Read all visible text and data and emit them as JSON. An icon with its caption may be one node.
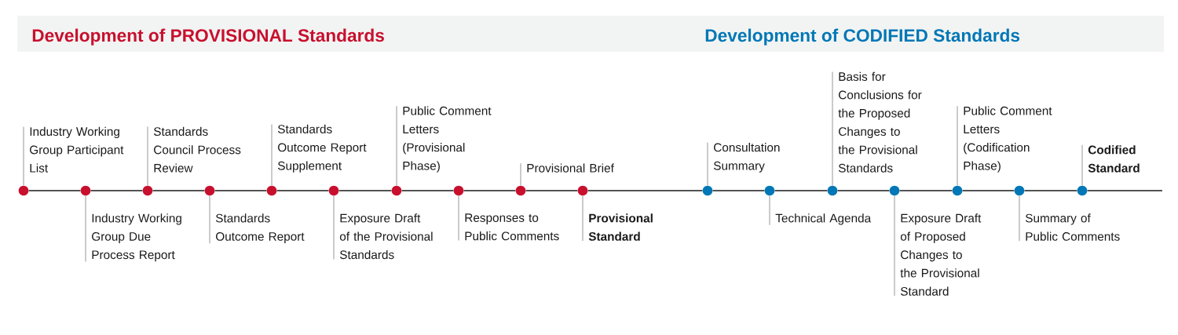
{
  "diagram": {
    "nodes": [
      {
        "text": [
          "Industry Working Group Participant List"
        ]
      },
      {
        "text": [
          "Industry Working Group Due Process Report"
        ]
      },
      {
        "text": [
          "Standards Council Process Review"
        ]
      },
      {
        "text": [
          "Standards Outcome Report"
        ]
      },
      {
        "text": [
          "Standards Outcome Report Supplement"
        ]
      },
      {
        "text": [
          "Exposure Draft of the Provisional Standards"
        ]
      },
      {
        "text": [
          "Public Comment Letters (Provisional Phase)"
        ]
      },
      {
        "text": [
          "Responses to Public Comments"
        ]
      },
      {
        "text": [
          "Provisional Brief"
        ]
      },
      {
        "text": [
          "Provisional Standard"
        ]
      },
      {
        "text": [
          "Consultation Summary"
        ]
      },
      {
        "text": [
          "Technical Agenda"
        ]
      },
      {
        "text": [
          "Basis for Conclusions for the Proposed Changes to the Provisional Standards"
        ]
      },
      {
        "text": [
          "Exposure Draft of Proposed Changes to the Provisional Standard"
        ]
      },
      {
        "text": [
          "Public Comment Letters (Codification Phase)"
        ]
      },
      {
        "text": [
          "Summary of Public Comments"
        ]
      },
      {
        "text": [
          "Codified Standard"
        ]
      },
      {
        "text": [],
        "shape": "circle"
      },
      {
        "text": [],
        "shape": "circle"
      },
      {
        "text": [],
        "shape": "circle"
      },
      {
        "text": [],
        "shape": "circle"
      },
      {
        "text": [],
        "shape": "circle"
      },
      {
        "text": [],
        "shape": "circle"
      },
      {
        "text": [],
        "shape": "circle"
      },
      {
        "text": [],
        "shape": "circle"
      },
      {
        "text": [],
        "shape": "circle"
      },
      {
        "text": [],
        "shape": "circle"
      },
      {
        "text": [],
        "shape": "circle"
      },
      {
        "text": [],
        "shape": "circle"
      },
      {
        "text": [],
        "shape": "circle"
      },
      {
        "text": [],
        "shape": "circle"
      },
      {
        "text": [],
        "shape": "circle"
      },
      {
        "text": [],
        "shape": "circle"
      },
      {
        "text": [],
        "shape": "circle"
      }
    ],
    "edges": [
      {
        "from": 0,
        "to": 17,
        "arrow": "none"
      },
      {
        "from": 1,
        "to": 18,
        "arrow": "none"
      },
      {
        "from": 2,
        "to": 19,
        "arrow": "none"
      },
      {
        "from": 3,
        "to": 20,
        "arrow": "none"
      },
      {
        "from": 4,
        "to": 21,
        "arrow": "none"
      },
      {
        "from": 5,
        "to": 22,
        "arrow": "none"
      },
      {
        "from": 6,
        "to": 23,
        "arrow": "none"
      },
      {
        "from": 7,
        "to": 24,
        "arrow": "none"
      },
      {
        "from": 8,
        "to": 25,
        "arrow": "none"
      },
      {
        "from": 9,
        "to": 26,
        "arrow": "none"
      },
      {
        "from": 10,
        "to": 27,
        "arrow": "none"
      },
      {
        "from": 11,
        "to": 28,
        "arrow": "none"
      },
      {
        "from": 12,
        "to": 29,
        "arrow": "none"
      },
      {
        "from": 13,
        "to": 30,
        "arrow": "none"
      },
      {
        "from": 14,
        "to": 31,
        "arrow": "none"
      },
      {
        "from": 15,
        "to": 32,
        "arrow": "none"
      },
      {
        "from": 16,
        "to": 33,
        "arrow": "none"
      },
      {
        "from": 17,
        "to": 18,
        "arrow": "none",
        "color": "#1a1a1a"
      },
      {
        "from": 18,
        "to": 19,
        "arrow": "none",
        "color": "#1a1a1a"
      },
      {
        "from": 19,
        "to": 20,
        "arrow": "none",
        "color": "#1a1a1a"
      },
      {
        "from": 20,
        "to": 21,
        "arrow": "none",
        "color": "#1a1a1a"
      },
      {
        "from": 21,
        "to": 22,
        "arrow": "none",
        "color": "#1a1a1a"
      },
      {
        "from": 22,
        "to": 23,
        "arrow": "none",
        "color": "#1a1a1a"
      },
      {
        "from": 23,
        "to": 24,
        "arrow": "none",
        "color": "#1a1a1a"
      },
      {
        "from": 24,
        "to": 25,
        "arrow": "none",
        "color": "#1a1a1a"
      },
      {
        "from": 25,
        "to": 26,
        "arrow": "none",
        "color": "#1a1a1a"
      },
      {
        "from": 26,
        "to": 27,
        "arrow": "none",
        "color": "#1a1a1a"
      },
      {
        "from": 27,
        "to": 28,
        "arrow": "none",
        "color": "#1a1a1a"
      },
      {
        "from": 28,
        "to": 29,
        "arrow": "none",
        "color": "#1a1a1a"
      },
      {
        "from": 29,
        "to": 30,
        "arrow": "none",
        "color": "#1a1a1a"
      },
      {
        "from": 30,
        "to": 31,
        "arrow": "none",
        "color": "#1a1a1a"
      },
      {
        "from": 31,
        "to": 32,
        "arrow": "none",
        "color": "#1a1a1a"
      },
      {
        "from": 32,
        "to": 33,
        "arrow": "none",
        "color": "#1a1a1a"
      },
      {
        "from": 33,
        "to": null,
        "arrow": "none",
        "color": "#1a1a1a"
      }
    ],
    "labels": [
      "Development of PROVISIONAL Standards",
      "Development of CODIFIED Standards"
    ]
  }
}
